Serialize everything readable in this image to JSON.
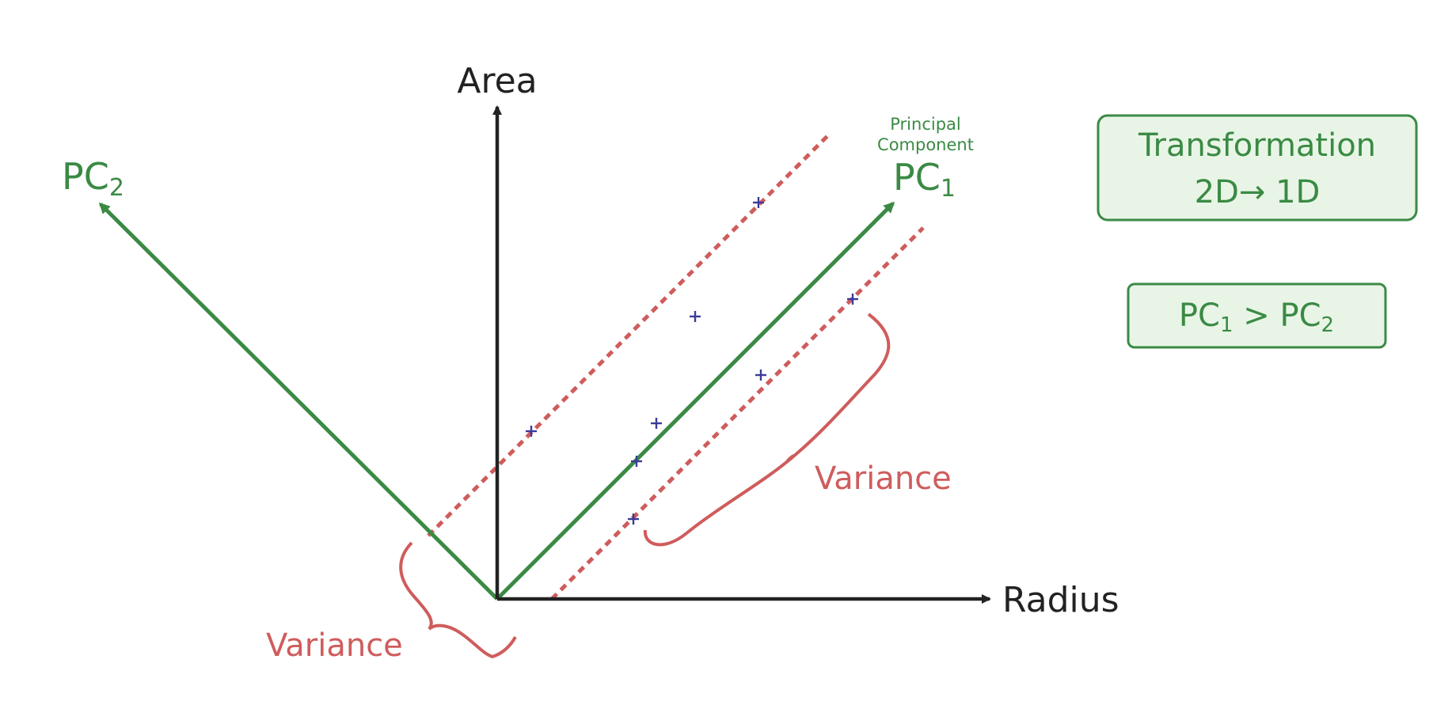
{
  "axes": {
    "y_label": "Area",
    "x_label": "Radius"
  },
  "pc1": {
    "annotation_line1": "Principal",
    "annotation_line2": "Component",
    "label_main": "PC",
    "label_sub": "1"
  },
  "pc2": {
    "label_main": "PC",
    "label_sub": "2"
  },
  "variance_labels": {
    "right": "Variance",
    "left": "Variance"
  },
  "boxes": {
    "transformation": {
      "line1": "Transformation",
      "line2": "2D→ 1D"
    },
    "comparison": {
      "left_main": "PC",
      "left_sub": "1",
      "operator": ">",
      "right_main": "PC",
      "right_sub": "2"
    }
  },
  "colors": {
    "axis": "#222222",
    "principal_component": "#3a8a44",
    "variance": "#cf5c5c",
    "points": "#3b3b9a",
    "box_fill": "#e8f5e6"
  },
  "data_point_count": 8
}
